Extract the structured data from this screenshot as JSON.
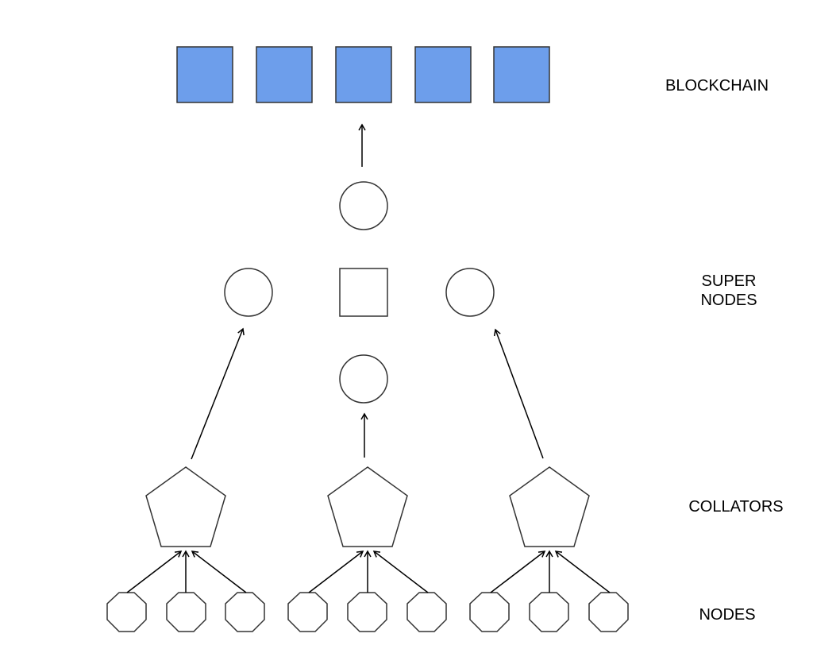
{
  "labels": {
    "blockchain": "BLOCKCHAIN",
    "super_nodes_line1": "SUPER",
    "super_nodes_line2": "NODES",
    "collators": "COLLATORS",
    "nodes": "NODES"
  },
  "colors": {
    "block_fill": "#6d9eeb",
    "stroke": "#333333",
    "arrow": "#000000",
    "background": "#ffffff"
  },
  "shapes": {
    "blocks": "square",
    "super_node_circles": "circle",
    "super_node_center": "square",
    "collators": "pentagon",
    "nodes": "octagon"
  }
}
